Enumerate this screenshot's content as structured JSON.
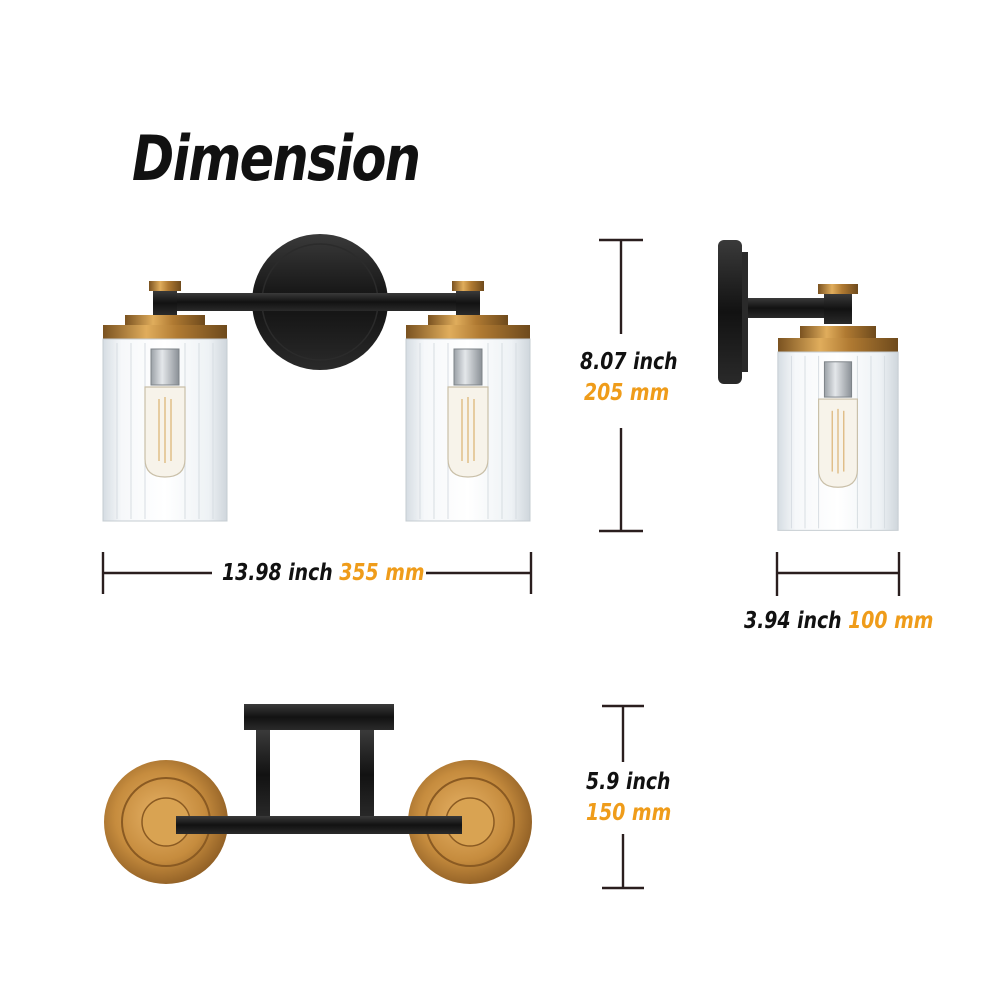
{
  "title": "Dimension",
  "colors": {
    "accent_gold": "#c9923f",
    "label_orange": "#ef9c1a",
    "fixture_black": "#1b1b1b",
    "dimension_line": "#2a1e1e"
  },
  "dimensions": {
    "width": {
      "inch": "13.98 inch",
      "mm": "355 mm"
    },
    "height": {
      "inch": "8.07 inch",
      "mm": "205 mm"
    },
    "depth": {
      "inch": "3.94 inch",
      "mm": "100 mm"
    },
    "top_depth": {
      "inch": "5.9 inch",
      "mm": "150 mm"
    }
  },
  "views": [
    "front-view",
    "side-view",
    "top-view"
  ]
}
